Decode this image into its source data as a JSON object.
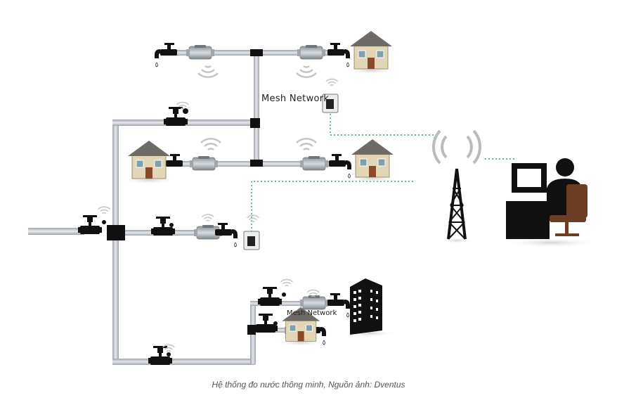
{
  "diagram": {
    "labels": {
      "mesh_top": "Mesh Network",
      "mesh_bottom": "Mesh Network"
    },
    "caption": "Hệ thống đo nước thông minh, Nguồn ảnh: Dventus",
    "colors": {
      "pipe": "#c8ccd0",
      "pipe_edge": "#9aa0a6",
      "network_link": "#3a9a5a",
      "valve": "#111111",
      "meter": "#b9bfc4",
      "tower": "#111111",
      "signal": "#bbbbbb",
      "chair": "#6b3d22"
    },
    "icons": [
      "pipe-main",
      "valve-icon",
      "water-meter-icon",
      "faucet-icon",
      "house-icon",
      "apartment-building-icon",
      "gateway-device-icon",
      "radio-tower-icon",
      "operator-workstation-icon",
      "wifi-signal-icon"
    ]
  }
}
